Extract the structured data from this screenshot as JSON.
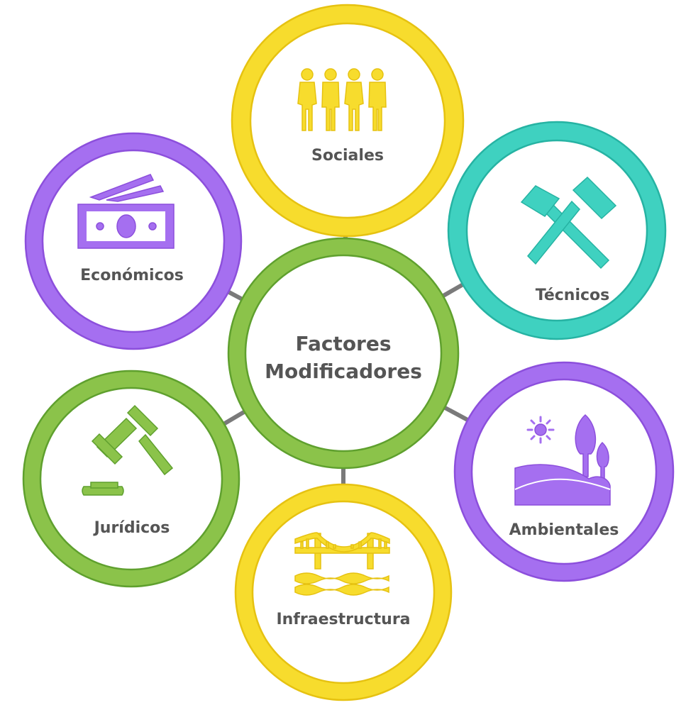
{
  "center": {
    "line1": "Factores",
    "line2": "Modificadores",
    "ring_color": "#5fa02e",
    "fill_color": "#8bc34a"
  },
  "connector_color": "#7a7a7a",
  "factors": [
    {
      "id": "sociales",
      "label": "Sociales",
      "icon": "people-group-icon",
      "ring_color": "#e6c211",
      "fill_color": "#f7dc2d"
    },
    {
      "id": "tecnicos",
      "label": "Técnicos",
      "icon": "crossed-hammers-icon",
      "ring_color": "#26b3a3",
      "fill_color": "#3fd1c0"
    },
    {
      "id": "ambientales",
      "label": "Ambientales",
      "icon": "landscape-icon",
      "ring_color": "#8c4fdc",
      "fill_color": "#a56ff0"
    },
    {
      "id": "infraestructura",
      "label": "Infraestructura",
      "icon": "bridge-icon",
      "ring_color": "#e6c211",
      "fill_color": "#f7dc2d"
    },
    {
      "id": "juridicos",
      "label": "Jurídicos",
      "icon": "gavel-icon",
      "ring_color": "#5fa02e",
      "fill_color": "#8bc34a"
    },
    {
      "id": "economicos",
      "label": "Económicos",
      "icon": "money-icon",
      "ring_color": "#8c4fdc",
      "fill_color": "#a56ff0"
    }
  ]
}
